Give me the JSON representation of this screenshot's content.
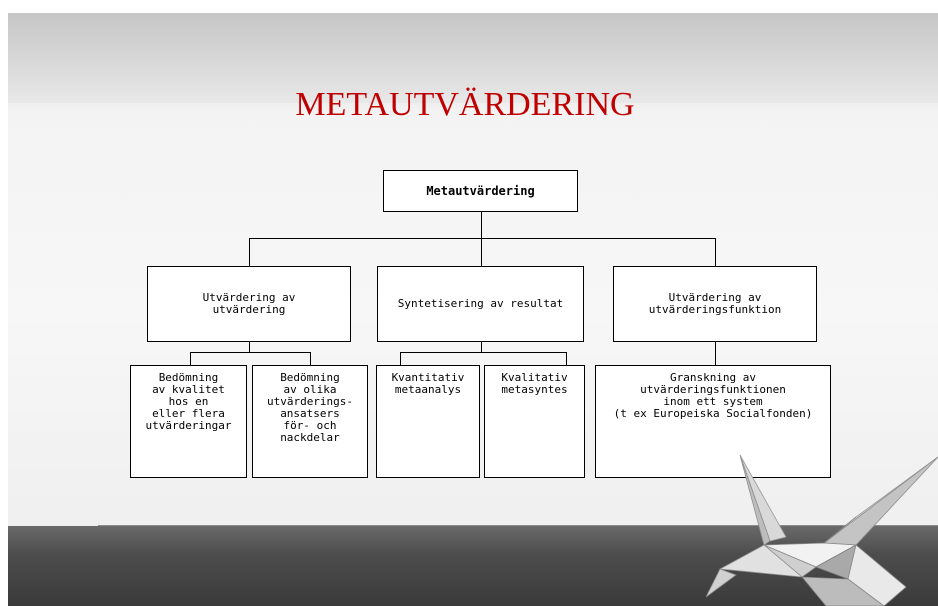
{
  "title": "METAUTVÄRDERING",
  "nodes": {
    "root": "Metautvärdering",
    "l1_left": "Utvärdering av\nutvärdering",
    "l1_mid": "Syntetisering av resultat",
    "l1_right": "Utvärdering av\nutvärderingsfunktion",
    "l2_a": "Bedömning\nav kvalitet\nhos en\neller flera\nutvärderingar",
    "l2_b": "Bedömning\nav olika\nutvärderings-\nansatsers\nför- och\nnackdelar",
    "l2_c": "Kvantitativ\nmetaanalys",
    "l2_d": "Kvalitativ\nmetasyntes",
    "l2_e": "Granskning av\nutvärderingsfunktionen\ninom ett system\n(t ex Europeiska Socialfonden)"
  },
  "colors": {
    "title": "#c00000",
    "floor": "#4d4d4d",
    "lines": "#000000"
  },
  "decoration": "paper-crane-icon"
}
